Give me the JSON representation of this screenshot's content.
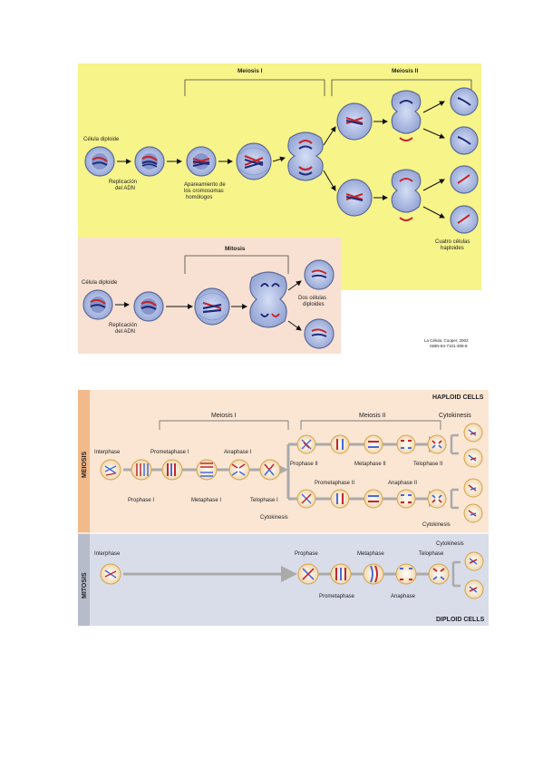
{
  "figure1": {
    "meiosis_i": "Meiosis I",
    "meiosis_ii": "Meiosis II",
    "celula_diploide_top": "Célula diploide",
    "replicacion_top_1": "Replicación",
    "replicacion_top_2": "del ADN",
    "apareamiento_1": "Apareamiento de",
    "apareamiento_2": "los cromosomas",
    "apareamiento_3": "homólogos",
    "cuatro_1": "Cuatro células",
    "cuatro_2": "haploides",
    "mitosis": "Mitosis",
    "celula_diploide_bottom": "Célula diploide",
    "replicacion_bottom_1": "Replicación",
    "replicacion_bottom_2": "del ADN",
    "dos_1": "Dos células",
    "dos_2": "diploides",
    "credit_1": "La Célula, Cooper, 2002",
    "credit_2": "ISBN-84-7101-308-8",
    "colors": {
      "yellow_panel": "#f7f48a",
      "peach_panel": "#f8e1d2",
      "cell_fill": "#b9c6ea",
      "cell_ring": "#5b6b99",
      "red": "#c4262e",
      "blue": "#1f2a7a"
    }
  },
  "figure2": {
    "haploid": "HAPLOID CELLS",
    "diploid": "DIPLOID CELLS",
    "meiosis_side": "MEIOSIS",
    "mitosis_side": "MITOSIS",
    "meiosis_i": "Meiosis I",
    "meiosis_ii": "Meiosis II",
    "cytokinesis_top": "Cytokinesis",
    "interphase_meiosis": "Interphase",
    "prometaphase_i": "Prometaphase I",
    "anaphase_i": "Anaphase I",
    "prophase_i": "Prophase I",
    "metaphase_i": "Metaphase I",
    "telophase_i": "Telophase I",
    "cytokinesis_mid": "Cytokinesis",
    "prophase_ii": "Prophase II",
    "metaphase_ii": "Metaphase II",
    "telophase_ii": "Telophase II",
    "prometaphase_ii": "Prometaphase II",
    "anaphase_ii": "Anaphase II",
    "cytokinesis_low": "Cytokinesis",
    "interphase_mitosis": "Interphase",
    "prophase": "Prophase",
    "metaphase": "Metaphase",
    "telophase": "Telophase",
    "cytokinesis_mitosis": "Cytokinesis",
    "prometaphase": "Prometaphase",
    "anaphase": "Anaphase",
    "colors": {
      "meiosis_panel": "#fbe6d4",
      "mitosis_panel": "#d9dde9",
      "side_meiosis": "#f2b98a",
      "side_mitosis": "#b7bccb",
      "cell_fill": "#fdf3e0",
      "cell_ring": "#d6a24a"
    }
  }
}
